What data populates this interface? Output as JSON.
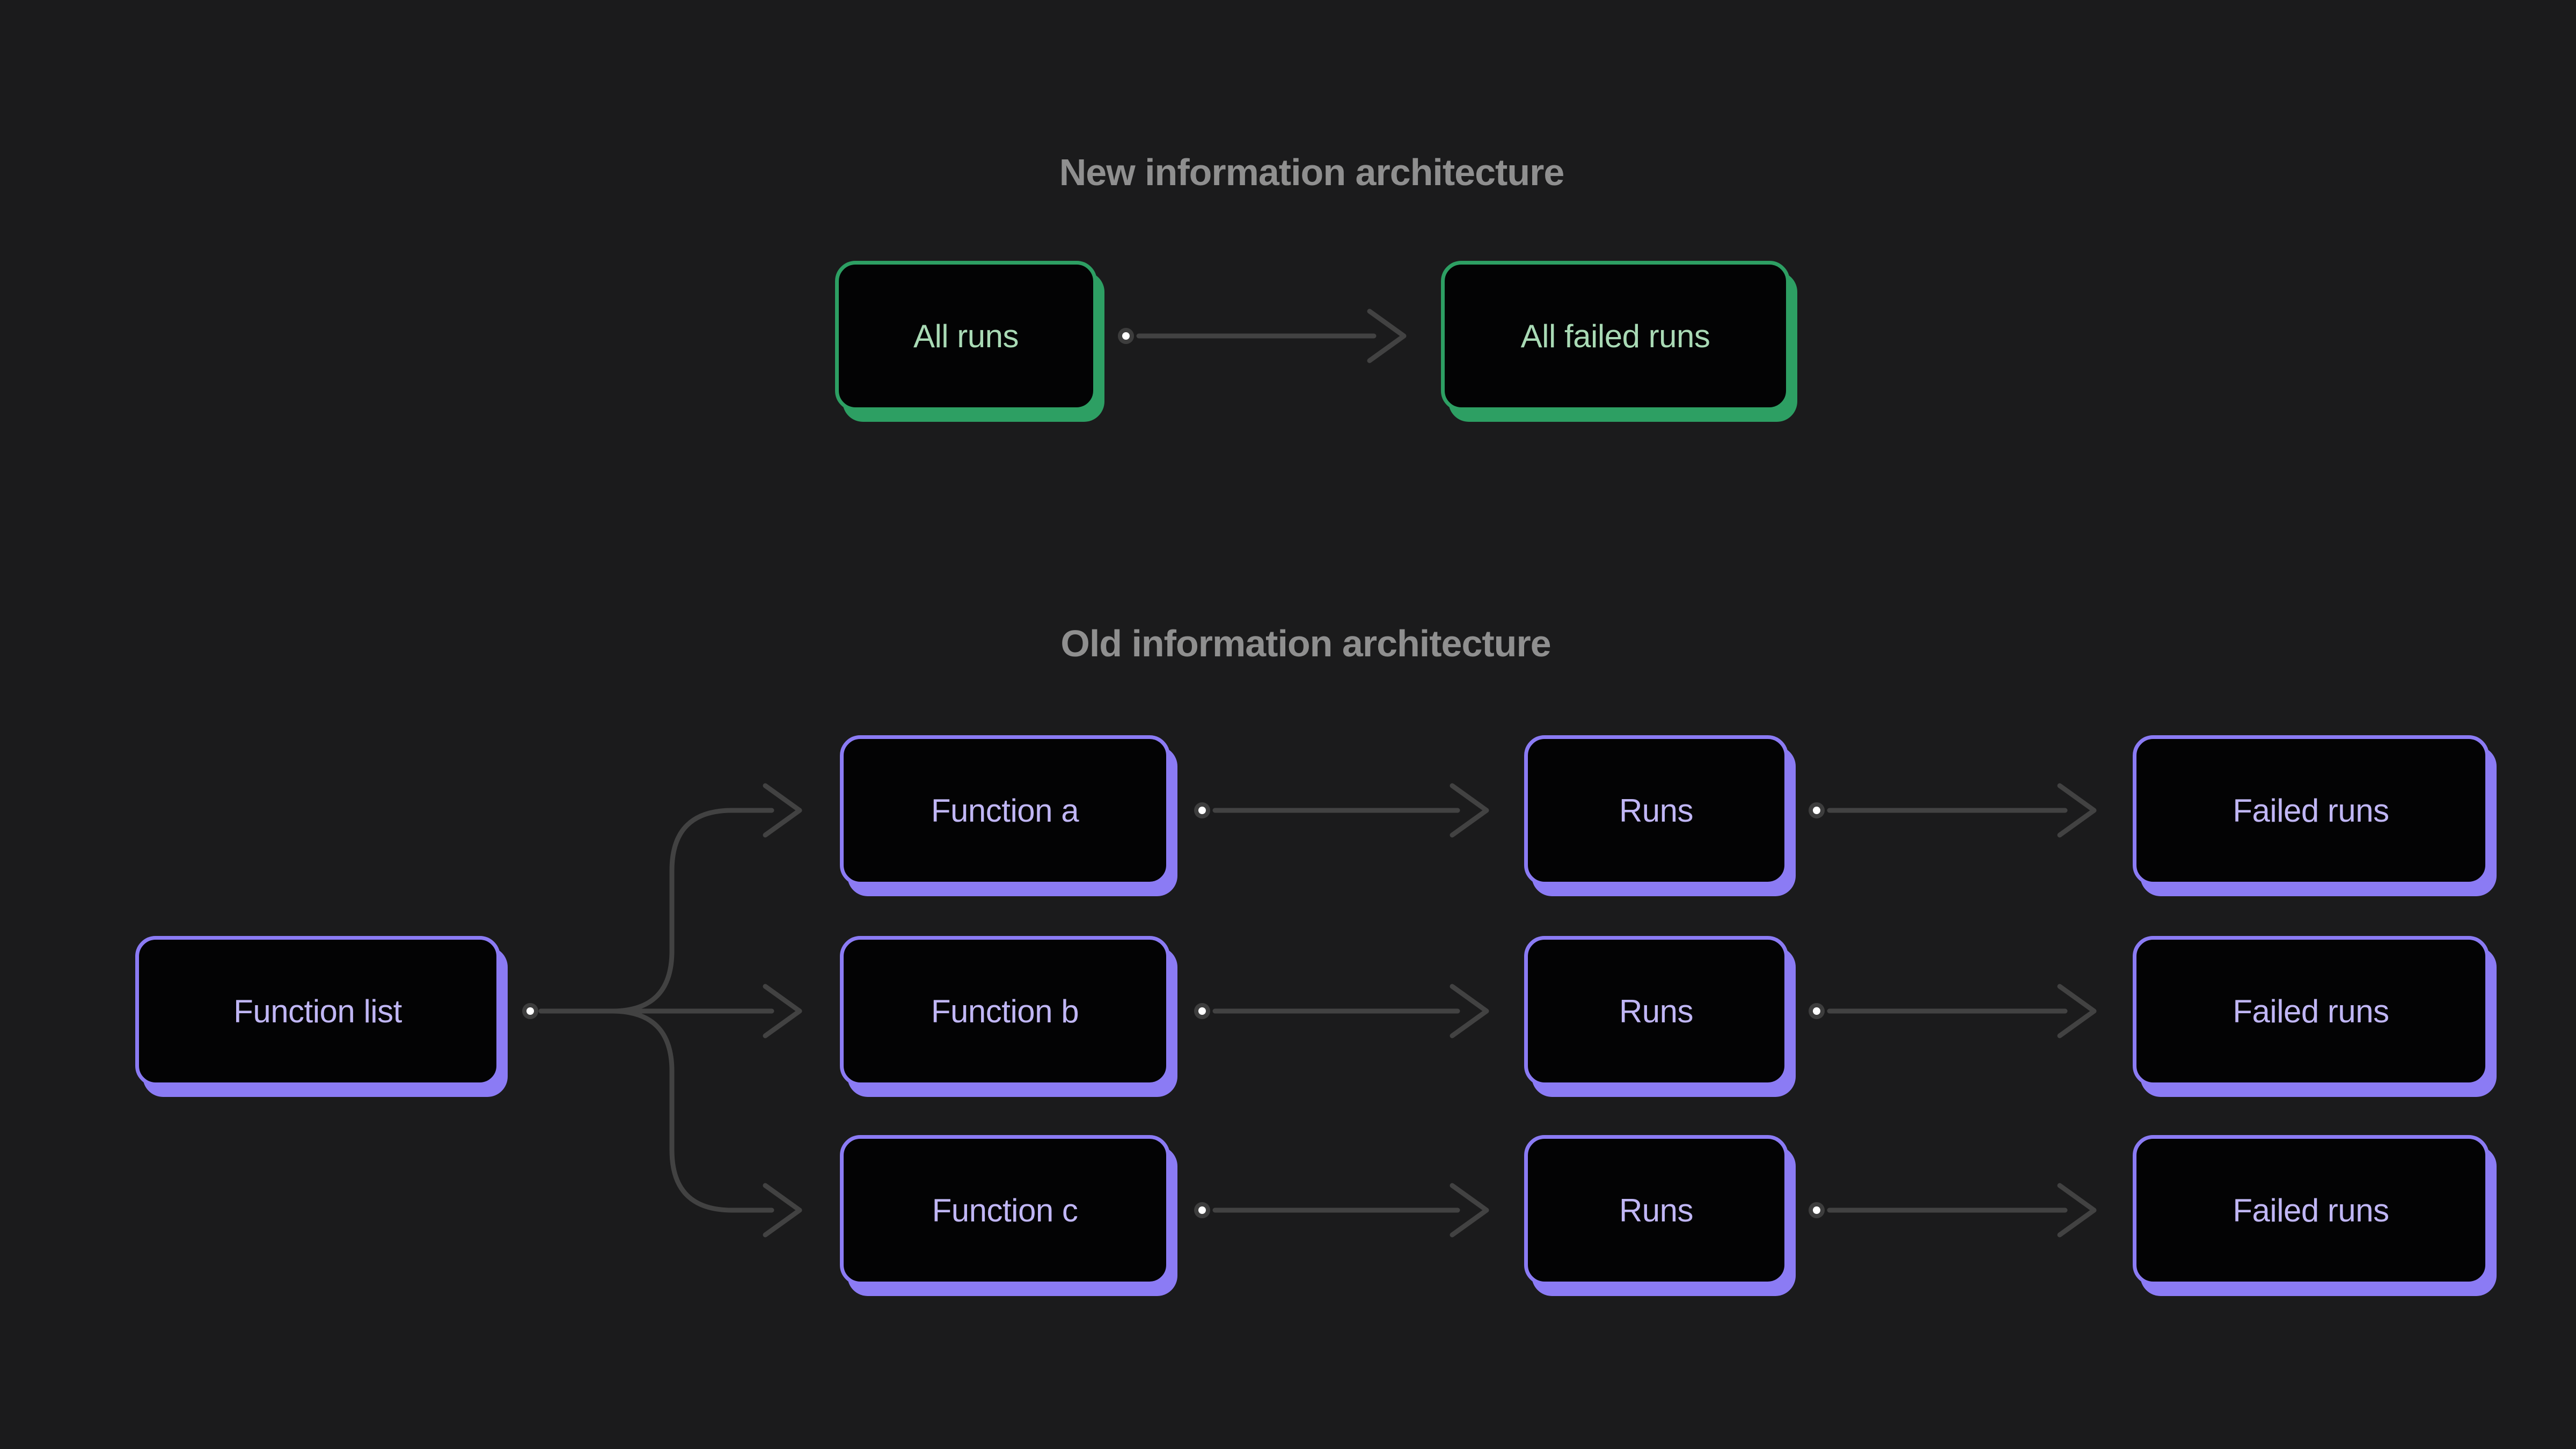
{
  "colors": {
    "bg": "#1b1b1c",
    "box_fill": "#030304",
    "green_border": "#2d9f63",
    "green_text": "#a9dab5",
    "purple_border": "#8b7bf4",
    "purple_text": "#c0b6f5",
    "wire": "#424242",
    "dot_ring": "#3d3d3d",
    "dot_core": "#ffffff",
    "title": "#8f8f8f"
  },
  "sections": {
    "new": {
      "title": "New information architecture",
      "nodes": {
        "all_runs": "All runs",
        "all_failed_runs": "All failed runs"
      }
    },
    "old": {
      "title": "Old information architecture",
      "root": "Function list",
      "rows": [
        {
          "function": "Function a",
          "runs": "Runs",
          "failed": "Failed runs"
        },
        {
          "function": "Function b",
          "runs": "Runs",
          "failed": "Failed runs"
        },
        {
          "function": "Function c",
          "runs": "Runs",
          "failed": "Failed runs"
        }
      ]
    }
  }
}
